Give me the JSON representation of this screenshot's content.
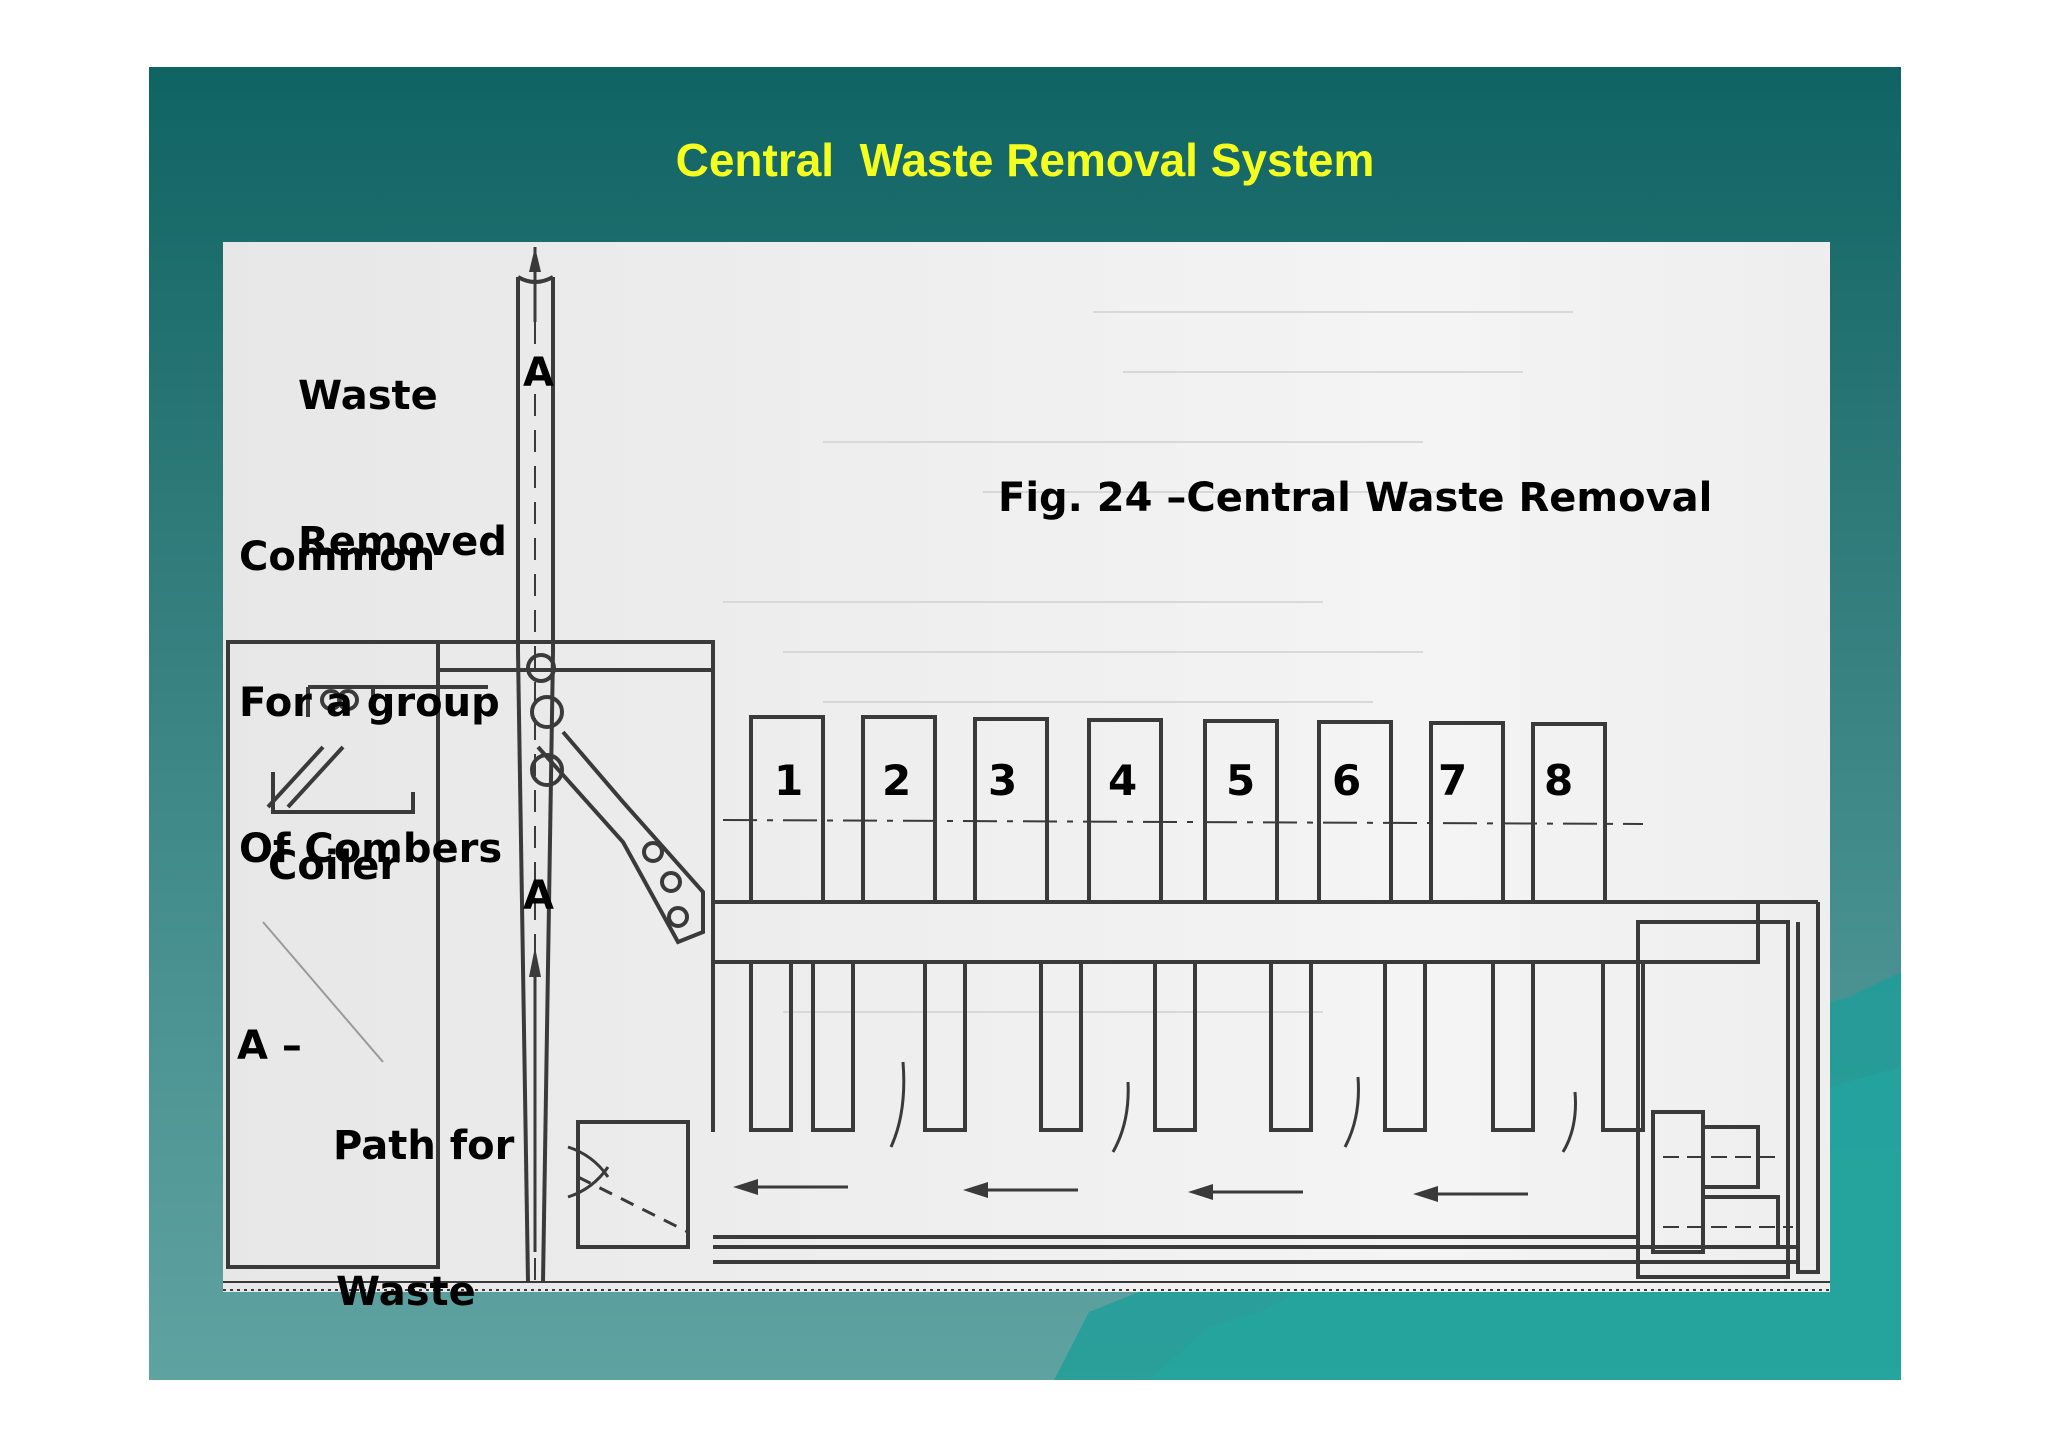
{
  "title": "Central  Waste Removal System",
  "labels": {
    "waste_removed_1": "Waste",
    "waste_removed_2": "Removed",
    "a_top": "A",
    "common_1": "Common",
    "common_2": "For a group",
    "common_3": "Of Combers",
    "fig_caption": "Fig. 24 –Central Waste Removal",
    "coiler": "Coiler",
    "a_mid": "A",
    "legend_a": "A –",
    "legend_path": "Path for",
    "legend_waste": "Waste"
  },
  "combers": [
    "1",
    "2",
    "3",
    "4",
    "5",
    "6",
    "7",
    "8"
  ],
  "colors": {
    "title": "#f5ff1f",
    "background_top": "#0f6463",
    "background_bottom": "#5fa3a1",
    "accent_mountain": "#1a9e98",
    "ink": "#3a3a3a"
  }
}
